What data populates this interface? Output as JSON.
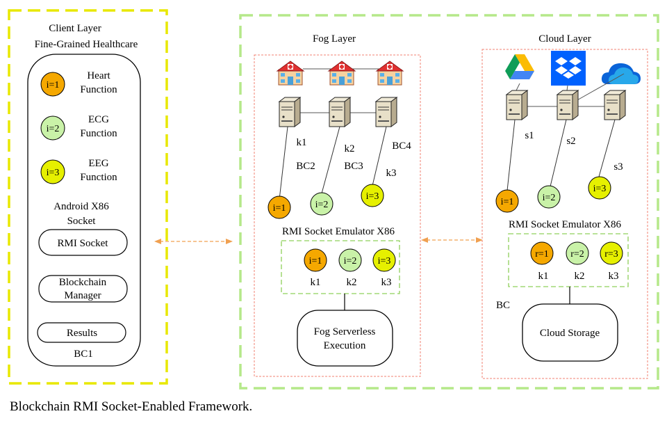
{
  "client": {
    "title": "Client Layer",
    "subtitle": "Fine-Grained Healthcare",
    "functions": [
      {
        "badge": "i=1",
        "line1": "Heart",
        "line2": "Function",
        "color": "#f5a800"
      },
      {
        "badge": "i=2",
        "line1": "ECG",
        "line2": "Function",
        "color": "#c9f2a8"
      },
      {
        "badge": "i=3",
        "line1": "EEG",
        "line2": "Function",
        "color": "#e6f000"
      }
    ],
    "android_line1": "Android X86",
    "android_line2": "Socket",
    "rmi_socket": "RMI Socket",
    "blockchain_line1": "Blockchain",
    "blockchain_line2": "Manager",
    "results": "Results",
    "bc_label": "BC1"
  },
  "fog": {
    "title": "Fog Layer",
    "node_labels": [
      "k1",
      "k2",
      "k3"
    ],
    "bc_labels": [
      "BC2",
      "BC3",
      "BC4"
    ],
    "badges": [
      "i=1",
      "i=2",
      "i=3"
    ],
    "emulator": "RMI Socket Emulator X86",
    "inner_badges": [
      "i=1",
      "i=2",
      "i=3"
    ],
    "inner_labels": [
      "k1",
      "k2",
      "k3"
    ],
    "exec_line1": "Fog Serverless",
    "exec_line2": "Execution"
  },
  "cloud": {
    "title": "Cloud Layer",
    "providers": [
      "google-drive-icon",
      "dropbox-icon",
      "onedrive-icon"
    ],
    "server_labels": [
      "s1",
      "s2",
      "s3"
    ],
    "badges": [
      "i=1",
      "i=2",
      "i=3"
    ],
    "emulator": "RMI Socket Emulator X86",
    "inner_badges": [
      "r=1",
      "r=2",
      "r=3"
    ],
    "inner_labels": [
      "k1",
      "k2",
      "k3"
    ],
    "bc_label": "BC",
    "storage": "Cloud Storage"
  },
  "caption": "Blockchain RMI Socket-Enabled Framework.",
  "colors": {
    "yellow_border": "#e8e800",
    "green_border": "#b5e88a",
    "red_dash": "#f08070",
    "arrow": "#f0a050",
    "orange": "#f5a800",
    "lightgreen": "#c9f2a8",
    "yellow": "#e6f000"
  }
}
